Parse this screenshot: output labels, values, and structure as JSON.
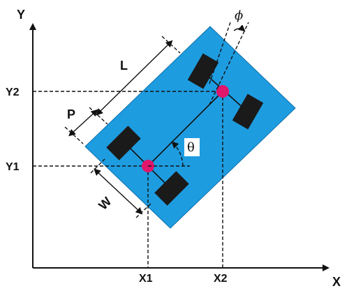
{
  "labels": {
    "axis_y": "Y",
    "axis_x": "X",
    "y1": "Y1",
    "y2": "Y2",
    "x1": "X1",
    "x2": "X2",
    "length": "L",
    "offset": "P",
    "width": "W",
    "heading_angle": "θ",
    "steer_angle": "ϕ"
  },
  "colors": {
    "body": "#1e9ce0",
    "body_stroke": "#0f6fa8",
    "wheel": "#1a1a1a",
    "joint": "#e0176b",
    "line": "#111111"
  }
}
